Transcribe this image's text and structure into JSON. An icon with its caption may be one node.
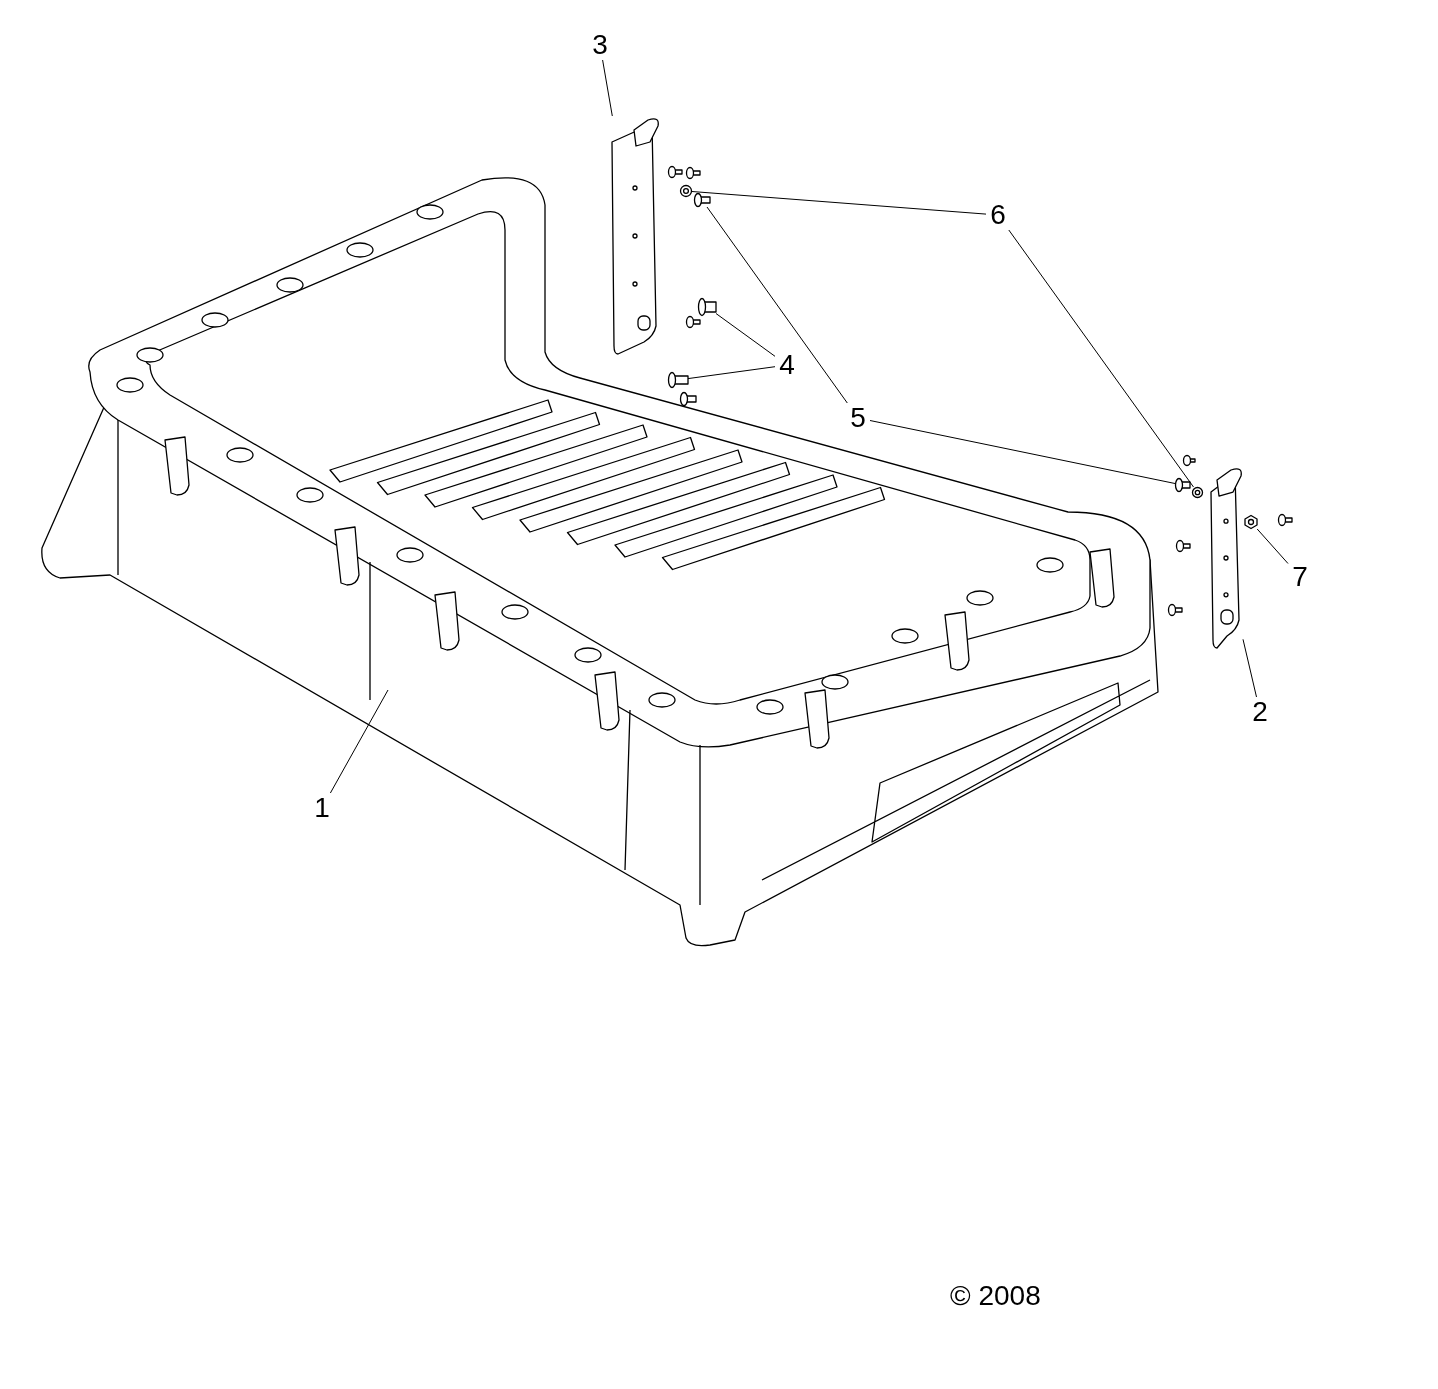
{
  "diagram": {
    "nodes": [
      {
        "text": [
          "3"
        ]
      },
      {
        "text": [],
        "shape": "picture"
      },
      {
        "text": [],
        "shape": "picture"
      },
      {
        "text": [],
        "shape": "picture"
      },
      {
        "text": [],
        "shape": "picture"
      },
      {
        "text": [],
        "shape": "picture"
      },
      {
        "text": [
          "6"
        ]
      },
      {
        "text": [
          "4"
        ]
      },
      {
        "text": [
          "5"
        ]
      },
      {
        "text": [],
        "shape": "picture"
      },
      {
        "text": [],
        "shape": "picture"
      },
      {
        "text": [],
        "shape": "picture"
      },
      {
        "text": [],
        "shape": "picture"
      },
      {
        "text": [
          "7"
        ]
      },
      {
        "text": [
          "2"
        ]
      },
      {
        "text": [
          "1"
        ]
      },
      {
        "text": [],
        "shape": "picture"
      }
    ],
    "edges": [
      {
        "from": 0,
        "to": 1,
        "arrow": "none"
      },
      {
        "from": 6,
        "to": 2,
        "arrow": "none"
      },
      {
        "from": 6,
        "to": 10,
        "arrow": "none"
      },
      {
        "from": 7,
        "to": 4,
        "arrow": "none"
      },
      {
        "from": 7,
        "to": 5,
        "arrow": "none"
      },
      {
        "from": 8,
        "to": 3,
        "arrow": "none"
      },
      {
        "from": 8,
        "to": 9,
        "arrow": "none"
      },
      {
        "from": 13,
        "to": 12,
        "arrow": "none"
      },
      {
        "from": 14,
        "to": 11,
        "arrow": "none"
      },
      {
        "from": 15,
        "to": 16,
        "arrow": "none"
      }
    ],
    "labels": [
      "© 2008"
    ]
  }
}
